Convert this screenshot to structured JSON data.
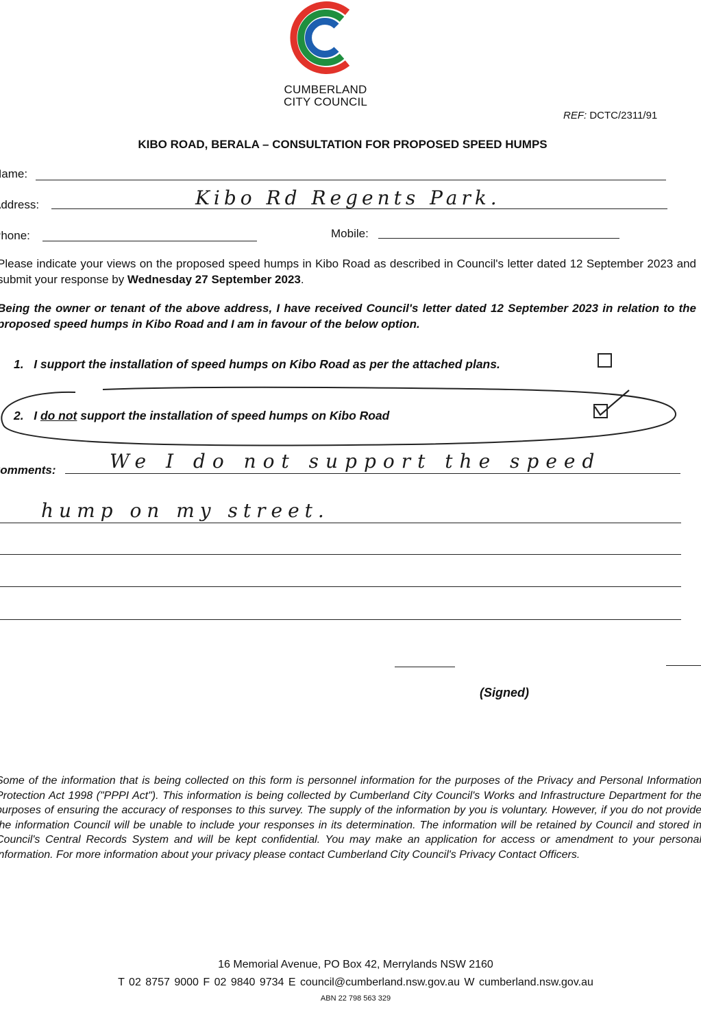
{
  "header": {
    "org_name_line1": "CUMBERLAND",
    "org_name_line2": "CITY COUNCIL",
    "ref_label": "REF:",
    "ref_value": "DCTC/2311/91",
    "title": "KIBO ROAD, BERALA – CONSULTATION FOR PROPOSED SPEED HUMPS",
    "logo_colors": [
      "#e2332a",
      "#1f8f3f",
      "#1d5fb0"
    ]
  },
  "fields": {
    "name_label": "Name:",
    "name_value": "",
    "address_label": "Address:",
    "address_value": "Kibo Rd Regents Park.",
    "phone_label": "Phone:",
    "phone_value": "",
    "mobile_label": "Mobile:",
    "mobile_value": ""
  },
  "intro": {
    "text": "Please indicate your views on the proposed speed humps in Kibo Road as described in Council's letter dated 12 September 2023 and submit your response by ",
    "deadline": "Wednesday 27 September 2023",
    "end": "."
  },
  "declaration": "Being the owner or tenant of the above address, I have received Council's letter dated 12 September 2023 in relation to the proposed speed humps in Kibo Road and I am in favour of the below option.",
  "options": [
    {
      "number": "1.",
      "pre": "I support the installation of speed humps on Kibo Road as per the attached plans.",
      "underlined": "",
      "post": "",
      "checked": false
    },
    {
      "number": "2.",
      "pre": "I ",
      "underlined": "do not",
      "post": " support the installation of speed humps on Kibo Road",
      "checked": true
    }
  ],
  "comments": {
    "label": "Comments:",
    "line1": "We I do not support the speed",
    "line2": "hump on my street."
  },
  "signature": {
    "label": "(Signed)"
  },
  "privacy": "Some of the information that is being collected on this form is personnel information for the purposes of the Privacy and Personal Information Protection Act 1998 (\"PPPI Act\"). This information is being collected by Cumberland City Council's Works and Infrastructure Department for the purposes of ensuring the accuracy of responses to this survey. The supply of the information by you is voluntary. However, if you do not provide the information Council will be unable to include your responses in its determination. The information will be retained by Council and stored in Council's Central Records System and will be kept confidential. You may make an application for access or amendment to your personal information. For more information about your privacy please contact Cumberland City Council's Privacy Contact Officers.",
  "footer": {
    "address": "16 Memorial Avenue, PO Box 42, Merrylands NSW 2160",
    "contacts": "T 02 8757 9000    F 02 9840 9734    E council@cumberland.nsw.gov.au    W cumberland.nsw.gov.au",
    "abn": "ABN 22 798 563 329"
  }
}
